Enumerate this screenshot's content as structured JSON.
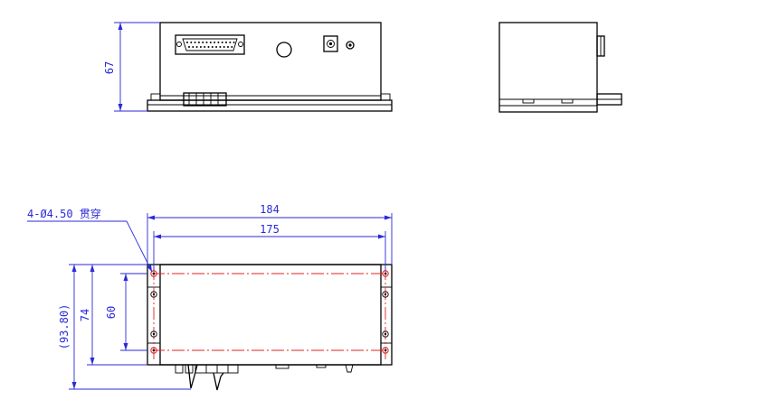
{
  "dimensions": {
    "front_height": "67",
    "overall_width": "184",
    "hole_pitch_width": "175",
    "overall_depth": "(93.80)",
    "body_depth": "74",
    "hole_pitch_depth": "60"
  },
  "callout": {
    "hole_spec": "4-Ø4.50 贯穿"
  },
  "colors": {
    "outline": "#000000",
    "dimension": "#2a2ad8",
    "centerline": "#e02020"
  }
}
